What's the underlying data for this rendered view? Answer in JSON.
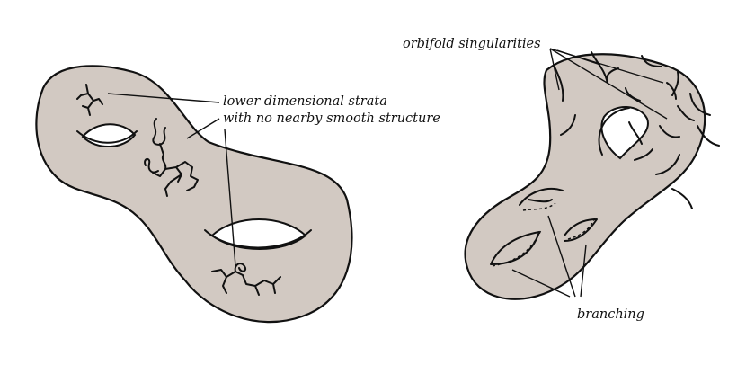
{
  "labels": {
    "strata_line1": "lower dimensional strata",
    "strata_line2": "with no nearby smooth structure",
    "orbifold": "orbifold singularities",
    "branching": "branching"
  },
  "colors": {
    "surface_fill": "#d2c9c2",
    "outline": "#111111",
    "background": "#ffffff"
  }
}
